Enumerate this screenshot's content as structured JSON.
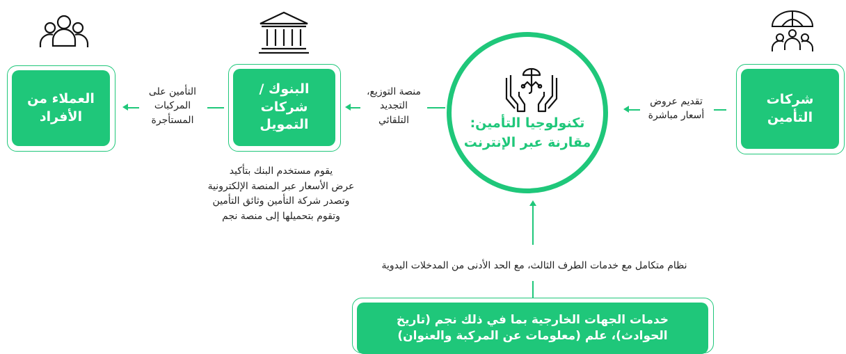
{
  "nodes": {
    "insurers": "شركات التأمين",
    "insurtech_title": "تكنولوجيا التأمين:",
    "insurtech_subtitle": "مقارنة عبر الإنترنت",
    "banks": "البنوك / شركات التمويل",
    "customers": "العملاء من الأفراد",
    "external": "خدمات الجهات الخارجية بما في ذلك نجم (تاريخ الحوادث)، علم (معلومات عن المركبة والعنوان)"
  },
  "labels": {
    "insurers_to_platform": [
      "تقديم عروض",
      "أسعار مباشرة"
    ],
    "platform_to_banks": [
      "منصة التوزيع،",
      "التجديد",
      "التلقائي"
    ],
    "banks_to_customers": [
      "التأمين على",
      "المركبات",
      "المستأجرة"
    ],
    "banks_note": [
      "يقوم مستخدم البنك بتأكيد",
      "عرض الأسعار عبر المنصة الإلكترونية",
      "وتصدر شركة التأمين وثائق التأمين",
      "وتقوم بتحميلها إلى منصة نجم"
    ],
    "integration_note": "نظام متكامل مع خدمات الطرف الثالث، مع الحد الأدنى من المدخلات اليدوية"
  },
  "colors": {
    "accent": "#1fc77a",
    "text": "#222222"
  },
  "icons": [
    "people-group-icon",
    "bank-building-icon",
    "umbrella-hands-icon",
    "umbrella-people-icon"
  ]
}
